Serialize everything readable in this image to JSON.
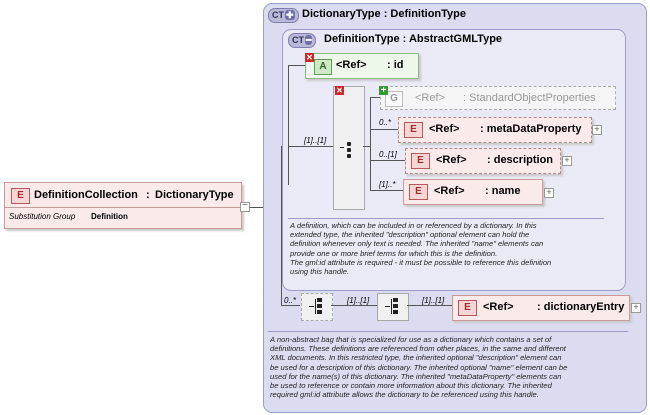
{
  "root": {
    "badge": "E",
    "name": "DefinitionCollection",
    "type": "DictionaryType",
    "subst_label": "Substitution Group",
    "subst_value": "Definition"
  },
  "dict_type": {
    "badge": "CT",
    "title": "DictionaryType : DefinitionType"
  },
  "def_type": {
    "badge": "CT",
    "title": "DefinitionType : AbstractGMLType"
  },
  "attr_id": {
    "badge": "A",
    "ref": "<Ref>",
    "name": ": id"
  },
  "standard_props": {
    "badge": "G",
    "ref": "<Ref>",
    "name": ": StandardObjectProperties"
  },
  "meta": {
    "badge": "E",
    "ref": "<Ref>",
    "name": ": metaDataProperty",
    "card": "0..*"
  },
  "desc": {
    "badge": "E",
    "ref": "<Ref>",
    "name": ": description",
    "card": "0..[1]"
  },
  "nameel": {
    "badge": "E",
    "ref": "<Ref>",
    "name": ": name",
    "card": "[1]..*"
  },
  "seq_card": "[1]..[1]",
  "def_doc": [
    "A definition, which can be included in or referenced by a dictionary. In this",
    "extended type, the inherited \"description\" optional element can hold the",
    "definition whenever only text is needed. The inherited \"name\" elements can",
    "provide one or more brief terms for which this is the definition.",
    "The gml:id attribute is required - it must be possible to reference this definition",
    "using this handle."
  ],
  "bottom": {
    "card_outer": "0..*",
    "card_mid": "[1]..[1]",
    "card_entry": "[1]..[1]",
    "entry": {
      "badge": "E",
      "ref": "<Ref>",
      "name": ": dictionaryEntry"
    }
  },
  "dict_doc": [
    "A non-abstract bag that is specialized for use as a dictionary which contains a set of",
    "definitions. These definitions are referenced from other places, in the same and different",
    "XML documents. In this restricted type, the inherited optional \"description\" element can",
    "be used for a description of this dictionary. The inherited optional \"name\" element can be",
    "used for the name(s) of this dictionary. The inherited \"metaDataProperty\" elements can",
    "be used to reference or contain more information about this dictionary. The inherited",
    "required gml:id attribute allows the dictionary to be referenced using this handle."
  ]
}
